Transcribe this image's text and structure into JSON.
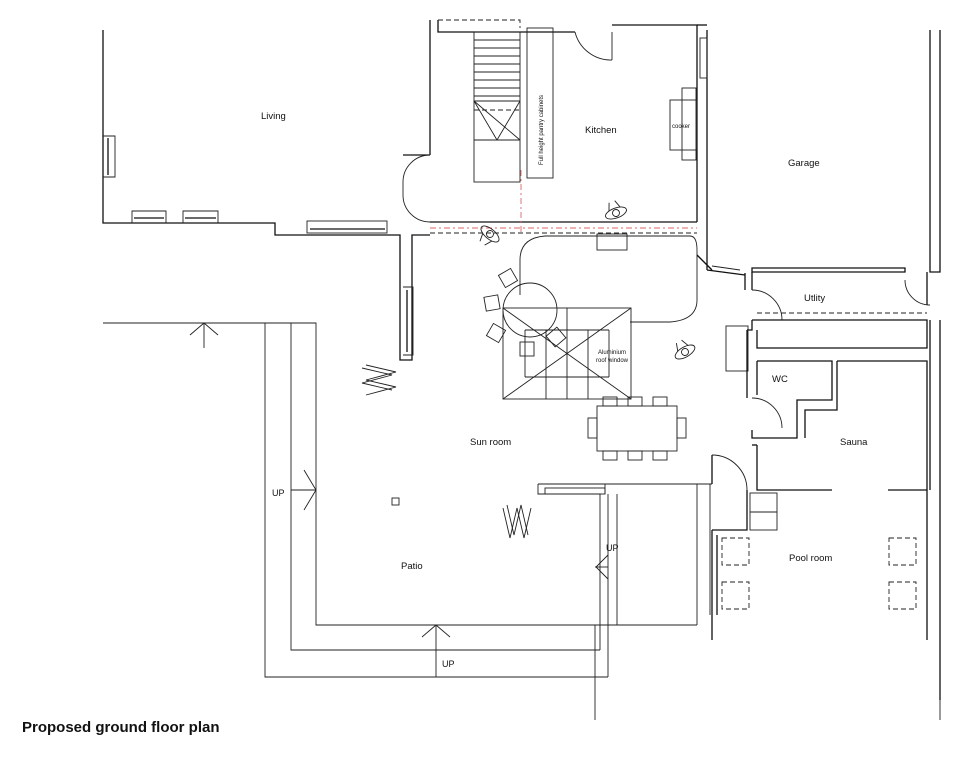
{
  "title": "Proposed ground floor plan",
  "rooms": {
    "living": "Living",
    "kitchen": "Kitchen",
    "garage": "Garage",
    "utility": "Utlity",
    "wc": "WC",
    "sauna": "Sauna",
    "sun_room": "Sun room",
    "patio": "Patio",
    "pool_room": "Pool room"
  },
  "annotations": {
    "pantry": "Full height pantry cabinets",
    "cooker": "cooker",
    "roof_window_line1": "Aluminium",
    "roof_window_line2": "roof window"
  },
  "steps": {
    "up_left": "UP",
    "up_right": "UP",
    "up_bottom": "UP"
  },
  "colors": {
    "linework": "#111111",
    "ceiling_line": "#dd6666"
  }
}
